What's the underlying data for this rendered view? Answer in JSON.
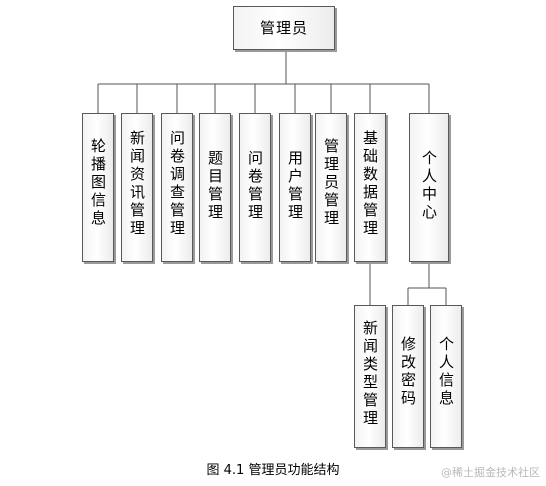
{
  "root": {
    "label": "管理员"
  },
  "modules": [
    {
      "label": "轮播图信息"
    },
    {
      "label": "新闻资讯管理"
    },
    {
      "label": "问卷调查管理"
    },
    {
      "label": "题目管理"
    },
    {
      "label": "问卷管理"
    },
    {
      "label": "用户管理"
    },
    {
      "label": "管理员管理"
    },
    {
      "label": "基础数据管理"
    },
    {
      "label": "个人中心"
    }
  ],
  "submodules": {
    "basic_data": [
      {
        "label": "新闻类型管理"
      }
    ],
    "personal_center": [
      {
        "label": "修改密码"
      },
      {
        "label": "个人信息"
      }
    ]
  },
  "caption": "图 4.1 管理员功能结构",
  "watermark": "@稀土掘金技术社区"
}
